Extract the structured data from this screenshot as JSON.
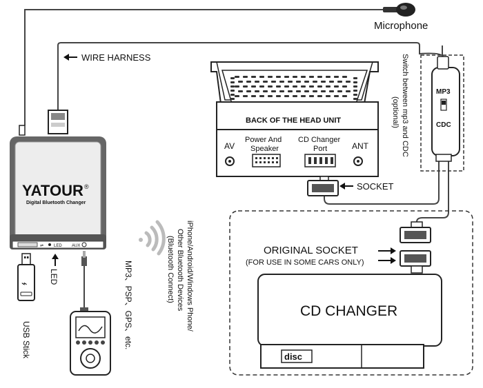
{
  "labels": {
    "microphone": "Microphone",
    "wire_harness": "WIRE HARNESS",
    "back_of_head_unit": "BACK OF THE HEAD UNIT",
    "av": "AV",
    "power_speaker_line1": "Power And",
    "power_speaker_line2": "Speaker",
    "cd_port_line1": "CD Changer",
    "cd_port_line2": "Port",
    "ant": "ANT",
    "socket": "SOCKET",
    "switch_line1": "Switch between mp3 and CDC",
    "switch_line2": "(optional)",
    "mp3": "MP3",
    "cdc": "CDC",
    "brand": "YATOUR",
    "brand_mark": "®",
    "brand_sub": "Digital Bluetooth Changer",
    "port_led": "LED",
    "port_aux": "AUX",
    "led": "LED",
    "usb_stick": "USB Stick",
    "mp3_devices": "MP3、PSP、GPS、etc.",
    "bt_line1": "iPhone/Android/Windows Phone/",
    "bt_line2": "Other Bluetooth Devices",
    "bt_line3": "(Bluetooth Connect)",
    "original_socket": "ORIGINAL SOCKET",
    "original_socket_note": "(FOR USE IN SOME CARS ONLY)",
    "cd_changer": "CD CHANGER",
    "disc_logo": "disc"
  }
}
